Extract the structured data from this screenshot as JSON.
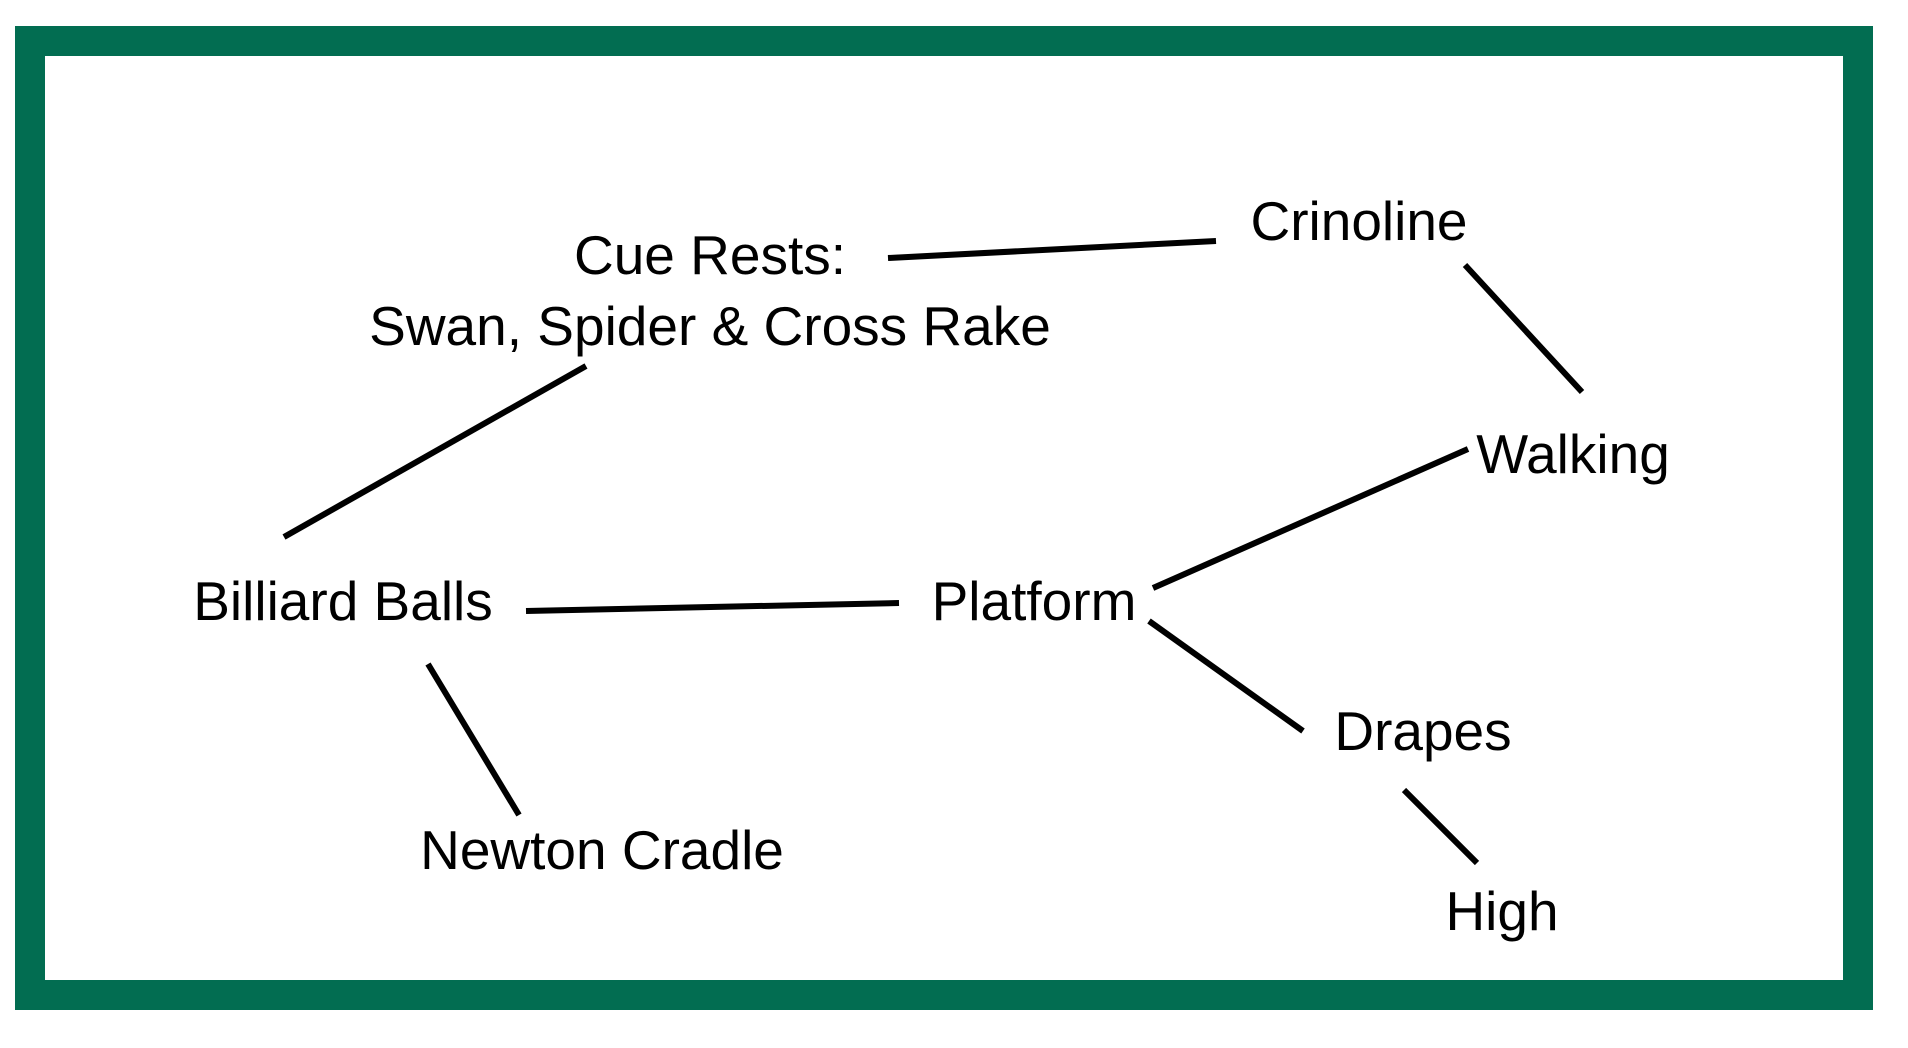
{
  "colors": {
    "frame": "#026d51",
    "line": "#000000",
    "text": "#000000"
  },
  "nodes": {
    "cue_rests": {
      "line1": "Cue Rests:",
      "line2": "Swan, Spider & Cross Rake"
    },
    "crinoline": "Crinoline",
    "walking": "Walking",
    "billiard_balls": "Billiard Balls",
    "platform": "Platform",
    "drapes": "Drapes",
    "newton_cradle": "Newton Cradle",
    "high": "High"
  },
  "edges": [
    {
      "from": "cue_rests",
      "to": "crinoline"
    },
    {
      "from": "crinoline",
      "to": "walking"
    },
    {
      "from": "cue_rests",
      "to": "billiard_balls"
    },
    {
      "from": "billiard_balls",
      "to": "platform"
    },
    {
      "from": "platform",
      "to": "walking"
    },
    {
      "from": "platform",
      "to": "drapes"
    },
    {
      "from": "billiard_balls",
      "to": "newton_cradle"
    },
    {
      "from": "drapes",
      "to": "high"
    }
  ]
}
